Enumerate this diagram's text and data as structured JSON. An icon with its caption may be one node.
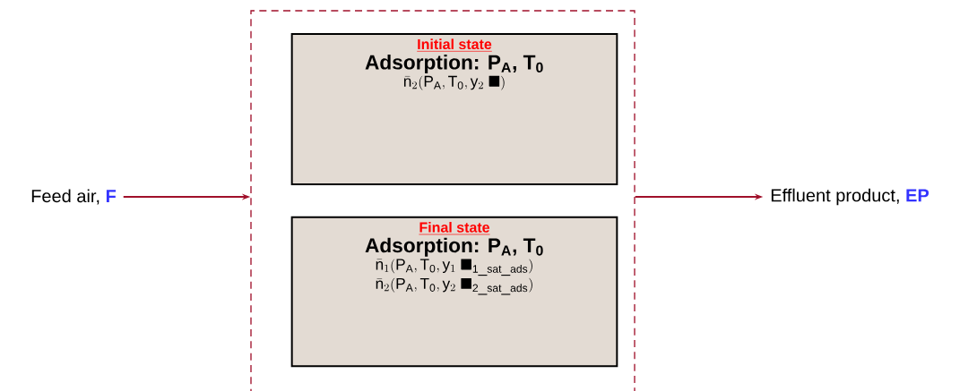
{
  "diagram": {
    "nodes": [
      {
        "text": [
          "Feed air,",
          "F"
        ]
      },
      {
        "text": [],
        "shape": "box"
      },
      {
        "text": [
          "Initial state",
          "Adsorption: P$_{A}$, T$_{0}$",
          "\\bar{\\mathrm{n}}_2(\\mathrm{P_A},\\mathrm{T_0},\\mathrm{y}_2\\;\\blacksquare)"
        ],
        "in": 1
      },
      {
        "text": [
          "Final state",
          "Adsorption: P$_{A}$, T$_{0}$",
          "\\bar{\\mathrm{n}}_1(\\mathrm{P_A},\\mathrm{T_0},\\mathrm{y}_1\\;\\blacksquare_{\\mathrm{1\\_sat\\_ads}})",
          "\\bar{\\mathrm{n}}_2(\\mathrm{P_A},\\mathrm{T_0},\\mathrm{y}_2\\;\\blacksquare_{\\mathrm{2\\_sat\\_ads}})"
        ],
        "in": 1
      },
      {
        "text": [
          "Effluent product,",
          "EP"
        ]
      }
    ],
    "edges": [
      {
        "from": 0,
        "to": 1,
        "arrow": "to"
      },
      {
        "from": 1,
        "to": 4,
        "arrow": "to"
      }
    ]
  }
}
